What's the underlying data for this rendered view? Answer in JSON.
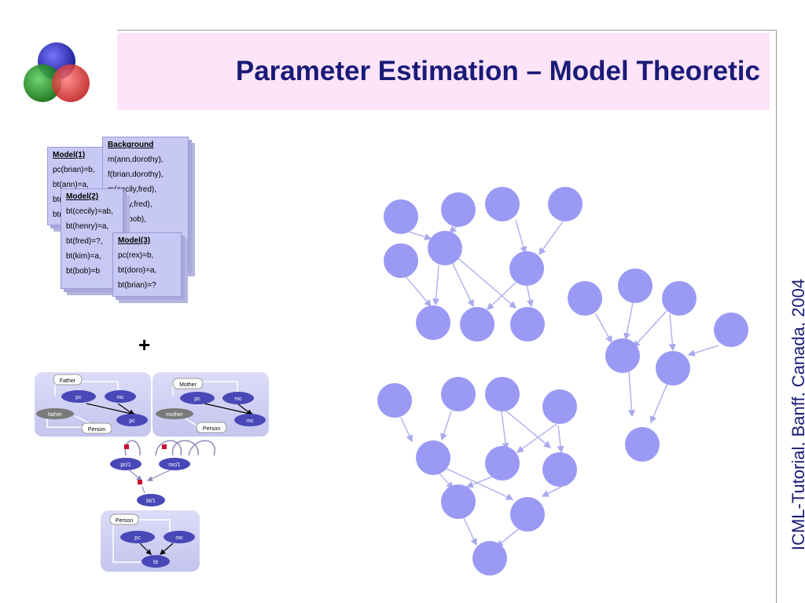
{
  "title": "Parameter Estimation – Model Theoretic",
  "side_text": "ICML-Tutorial, Banff, Canada, 2004",
  "cards": {
    "background": {
      "header": "Background",
      "lines": [
        "m(ann,dorothy),",
        "f(brian,dorothy),",
        "m(cecily,fred),",
        "f(henry,fred),",
        "f(fred,bob),"
      ]
    },
    "model1": {
      "header": "Model(1)",
      "lines": [
        "pc(brian)=b,",
        "bt(ann)=a,",
        "bt(",
        "bt("
      ]
    },
    "model2": {
      "header": "Model(2)",
      "lines": [
        "bt(cecily)=ab,",
        "bt(henry)=a,",
        "bt(fred)=?,",
        "bt(kim)=a,",
        "bt(bob)=b"
      ]
    },
    "model3": {
      "header": "Model(3)",
      "lines": [
        "pc(rex)=b,",
        "bt(doro)=a,",
        "bt(brian)=?"
      ]
    }
  },
  "plus": "+",
  "schema": {
    "father_box": {
      "father": "Father",
      "pc": "pc",
      "mc": "mc",
      "var": "father",
      "pc2": "pc",
      "person": "Person"
    },
    "mother_box": {
      "mother": "Mother",
      "pc": "pc",
      "mc": "mc",
      "var": "mother",
      "mc2": "mc",
      "person": "Person"
    },
    "middle": {
      "pc1": "pc/1",
      "mc1": "mc/1",
      "bt1": "bt/1"
    },
    "person_box": {
      "person": "Person",
      "pc": "pc",
      "mc": "mc",
      "bt": "bt"
    }
  },
  "colors": {
    "title": "#1a1a78",
    "node": "#9a9af5",
    "edge": "#a9a9ee",
    "header_bg": "#fde4f8"
  }
}
